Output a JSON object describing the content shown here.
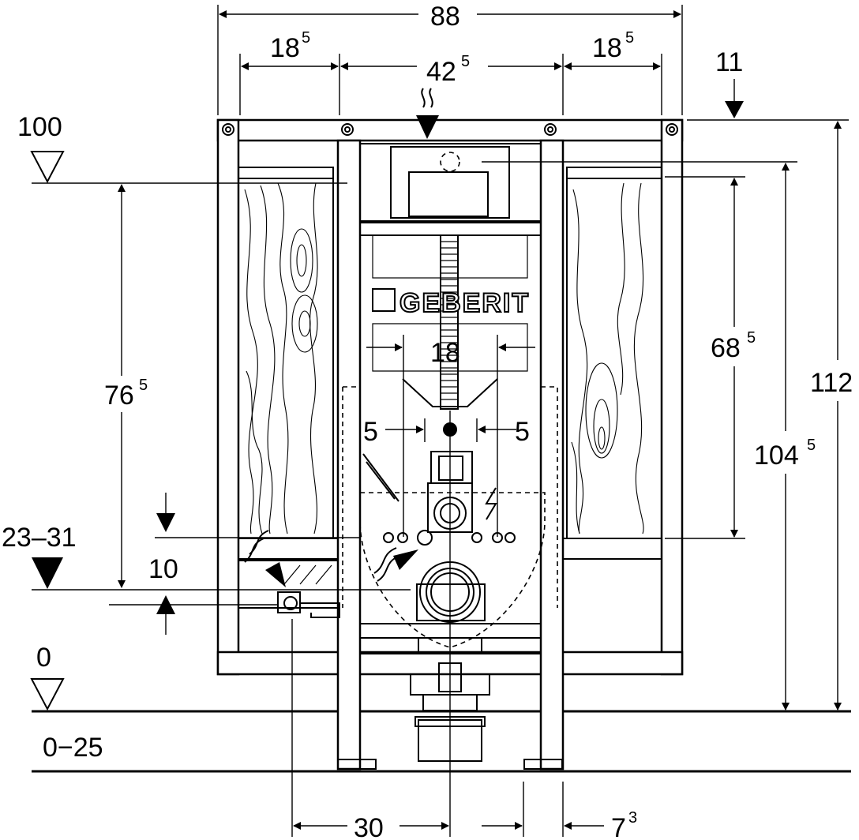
{
  "brand": {
    "logo_text": "GEBERIT"
  },
  "dimensions": {
    "overall_width": "88",
    "side_left": {
      "main": "18",
      "sup": "5"
    },
    "center_width": {
      "main": "42",
      "sup": "5"
    },
    "side_right": {
      "main": "18",
      "sup": "5"
    },
    "top_offset": "11",
    "bolt_spacing": "18",
    "outlet_left": "5",
    "outlet_right": "5",
    "water_supply_height": {
      "main": "76",
      "sup": "5"
    },
    "side_panel_height": {
      "main": "68",
      "sup": "5"
    },
    "frame_height_inner": {
      "main": "104",
      "sup": "5"
    },
    "frame_height_total": "112",
    "drain_offset": "10",
    "bottom_left": "30",
    "bottom_right": {
      "main": "7",
      "sup": "3"
    }
  },
  "levels": {
    "top": "100",
    "drain": "23–31",
    "floor": "0",
    "floor_range": "0−25"
  },
  "colors": {
    "line": "#000000",
    "background": "#ffffff"
  }
}
